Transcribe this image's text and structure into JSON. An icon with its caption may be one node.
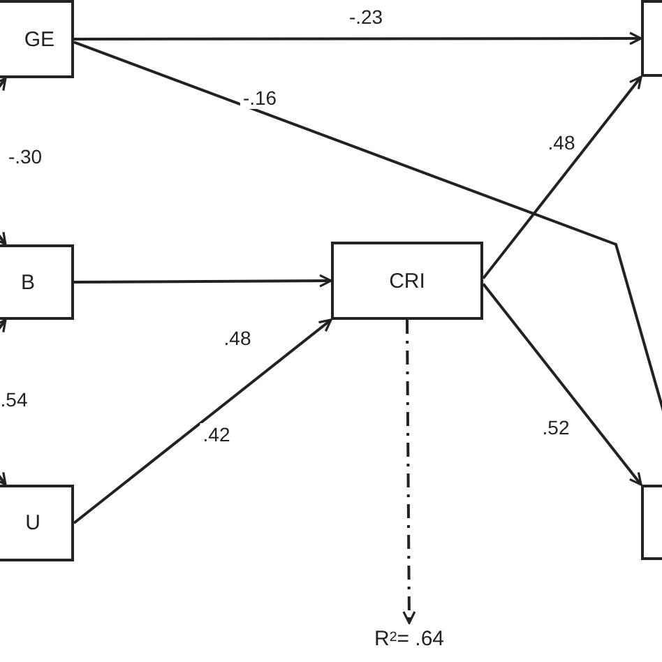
{
  "diagram": {
    "nodes": [
      {
        "text": [
          "GE"
        ]
      },
      {
        "text": [
          "B"
        ]
      },
      {
        "text": [
          "U"
        ]
      },
      {
        "text": [
          "CRI"
        ]
      },
      {
        "text": [],
        "shape": "box"
      },
      {
        "text": [],
        "shape": "box"
      },
      {
        "text": [
          "R$^{2}$= .64"
        ]
      }
    ],
    "edges": [
      {
        "from": 0,
        "to": 4,
        "arrow": "to",
        "label": "-.23"
      },
      {
        "from": 0,
        "to": 5,
        "arrow": "to",
        "label": "-.16"
      },
      {
        "from": 0,
        "to": 1,
        "arrow": "both",
        "label": "-.30"
      },
      {
        "from": 1,
        "to": 2,
        "arrow": "both",
        "label": ".54"
      },
      {
        "from": 1,
        "to": 3,
        "arrow": "to",
        "label": ".48"
      },
      {
        "from": 2,
        "to": 3,
        "arrow": "to",
        "label": ".42"
      },
      {
        "from": 3,
        "to": 4,
        "arrow": "to",
        "label": ".48"
      },
      {
        "from": 3,
        "to": 5,
        "arrow": "to",
        "label": ".52"
      },
      {
        "from": 3,
        "to": 6,
        "arrow": "to",
        "style": "dashed"
      }
    ]
  }
}
